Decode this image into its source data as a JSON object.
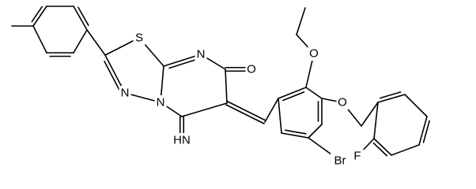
{
  "diagram": {
    "type": "chemical-structure",
    "colors": {
      "bond": "#000000",
      "label": "#000000",
      "background": "#ffffff"
    },
    "atom_labels": {
      "S": "S",
      "N_ring_top": "N",
      "N_thiadiazole": "N",
      "N_bridgehead": "N",
      "O_carbonyl": "O",
      "imine": "HN",
      "O_ethoxy": "O",
      "O_benzyloxy": "O",
      "Br": "Br",
      "F": "F"
    }
  }
}
